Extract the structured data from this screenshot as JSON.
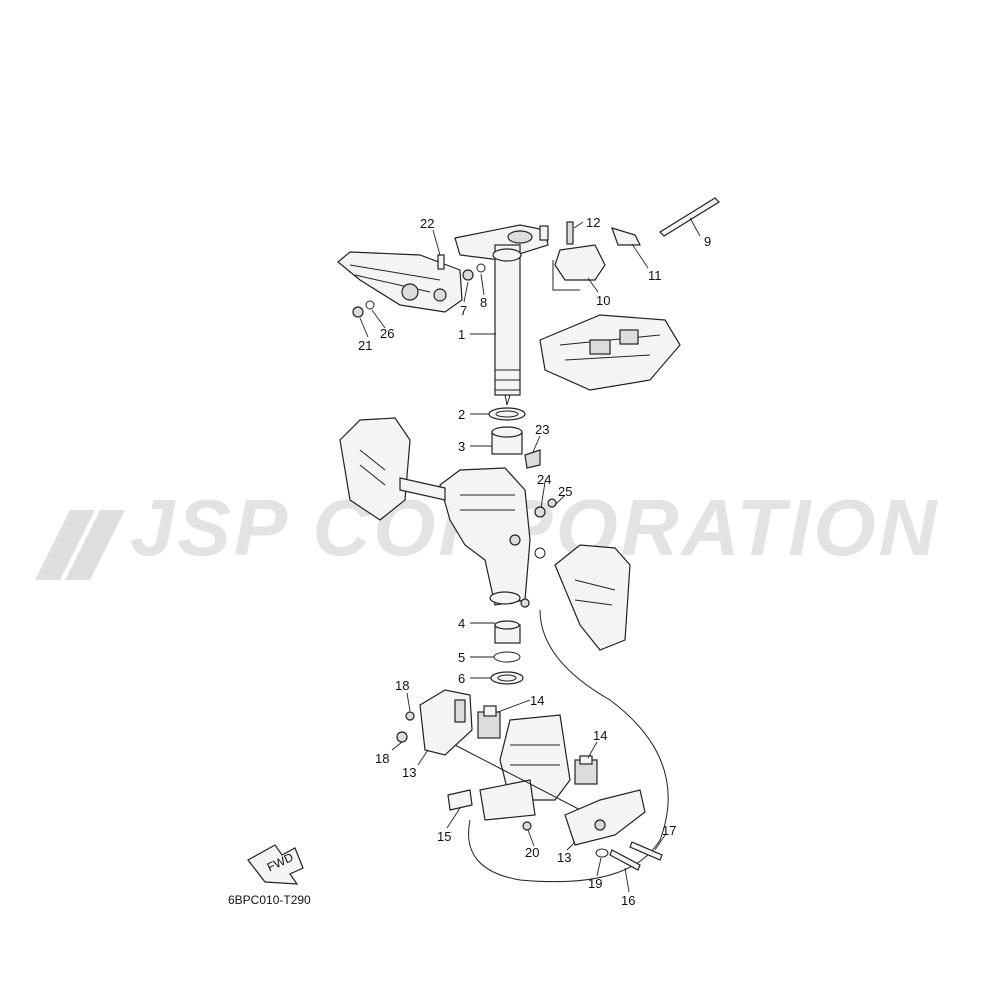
{
  "watermark": "JSP CORPORATION",
  "diagram_code": "6BPC010-T290",
  "fwd_label": "FWD",
  "callouts": [
    "1",
    "2",
    "3",
    "4",
    "5",
    "6",
    "7",
    "8",
    "9",
    "10",
    "11",
    "12",
    "13",
    "13",
    "14",
    "14",
    "15",
    "16",
    "17",
    "18",
    "18",
    "19",
    "20",
    "21",
    "22",
    "23",
    "24",
    "25",
    "26"
  ]
}
